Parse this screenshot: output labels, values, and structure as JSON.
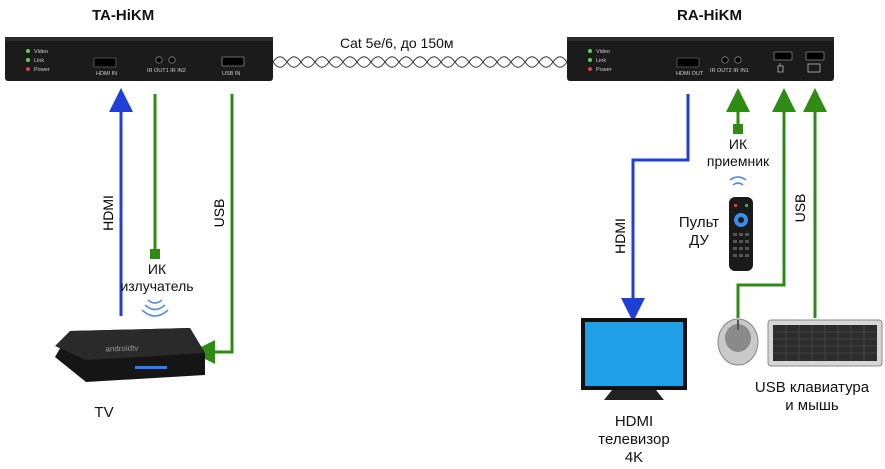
{
  "tx": {
    "title": "TA-HiKM",
    "leds": [
      "Video",
      "Link",
      "Power"
    ],
    "ports": {
      "hdmi": "HDMI IN",
      "ir": "IR OUT1 IR IN2",
      "usb": "USB IN"
    }
  },
  "rx": {
    "title": "RA-HiKM",
    "leds": [
      "Video",
      "Link",
      "Power"
    ],
    "ports": {
      "hdmi": "HDMI OUT",
      "ir": "IR OUT2 IR IN1"
    }
  },
  "cable_label": "Cat 5e/6, до 150м",
  "left": {
    "hdmi_label": "HDMI",
    "usb_label": "USB",
    "ir_emitter_label": [
      "ИК",
      "излучатель"
    ],
    "box_brand": "androidtv",
    "source_label": "TV"
  },
  "right": {
    "hdmi_label": "HDMI",
    "usb_label": "USB",
    "ir_receiver_label": [
      "ИК",
      "приемник"
    ],
    "remote_label": [
      "Пульт",
      "ДУ"
    ],
    "display_label": [
      "HDMI",
      "телевизор",
      "4K"
    ],
    "kbd_mouse_label": [
      "USB клавиатура",
      "и мышь"
    ]
  },
  "colors": {
    "hdmi": "#1f3fd6",
    "usb": "#2e8b14",
    "device": "#1a1a1a",
    "tv_screen": "#1f9fe6"
  }
}
